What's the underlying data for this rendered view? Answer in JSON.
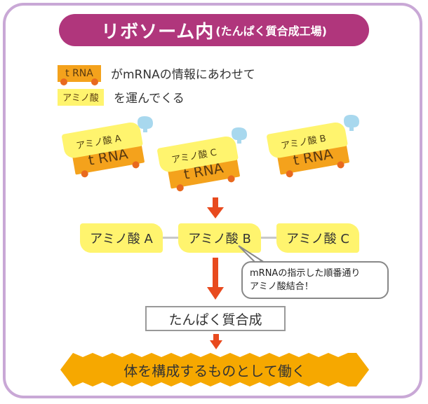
{
  "title": {
    "main": "リボソーム内",
    "sub": "(たんぱく質合成工場)"
  },
  "legend": {
    "trna_label": "t RNA",
    "trna_text": "がmRNAの情報にあわせて",
    "amino_label": "アミノ酸",
    "amino_text": "を運んでくる"
  },
  "cards": [
    {
      "amino": "アミノ酸 A",
      "trna": "t RNA"
    },
    {
      "amino": "アミノ酸 C",
      "trna": "t RNA"
    },
    {
      "amino": "アミノ酸 B",
      "trna": "t RNA"
    }
  ],
  "chain": [
    "アミノ酸 A",
    "アミノ酸 B",
    "アミノ酸 C"
  ],
  "bubble": {
    "line1": "mRNAの指示した順番通り",
    "line2": "アミノ酸結合！"
  },
  "synthesis_label": "たんぱく質合成",
  "result_label": "体を構成するものとして働く",
  "colors": {
    "frame": "#c9a8d6",
    "title_bg": "#b0367c",
    "trna": "#f4a21c",
    "amino": "#fff46e",
    "arrow": "#e84a1e",
    "mrna_drop": "#a8d8ee"
  }
}
